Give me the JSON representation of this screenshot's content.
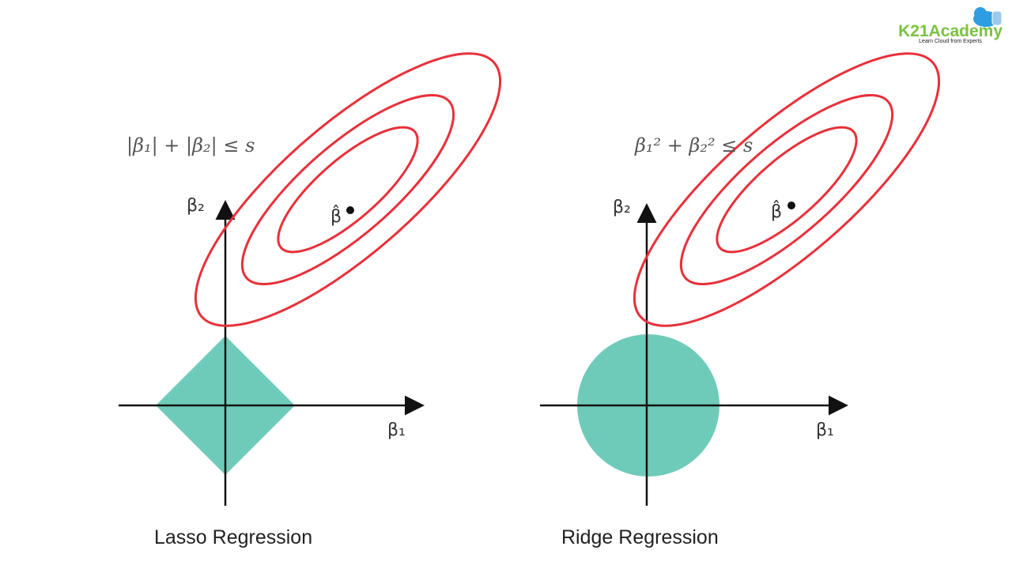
{
  "logo": {
    "name": "K21Academy",
    "tagline": "Learn Cloud from Experts"
  },
  "lasso": {
    "constraint": "|β₁| + |β₂| ≤ s",
    "x_axis": "β₁",
    "y_axis": "β₂",
    "estimate": "β̂",
    "caption": "Lasso Regression"
  },
  "ridge": {
    "constraint": "β₁² + β₂² ≤ s",
    "x_axis": "β₁",
    "y_axis": "β₂",
    "estimate": "β̂",
    "caption": "Ridge Regression"
  },
  "colors": {
    "contour": "#e8303a",
    "region": "#6fcbb9"
  }
}
